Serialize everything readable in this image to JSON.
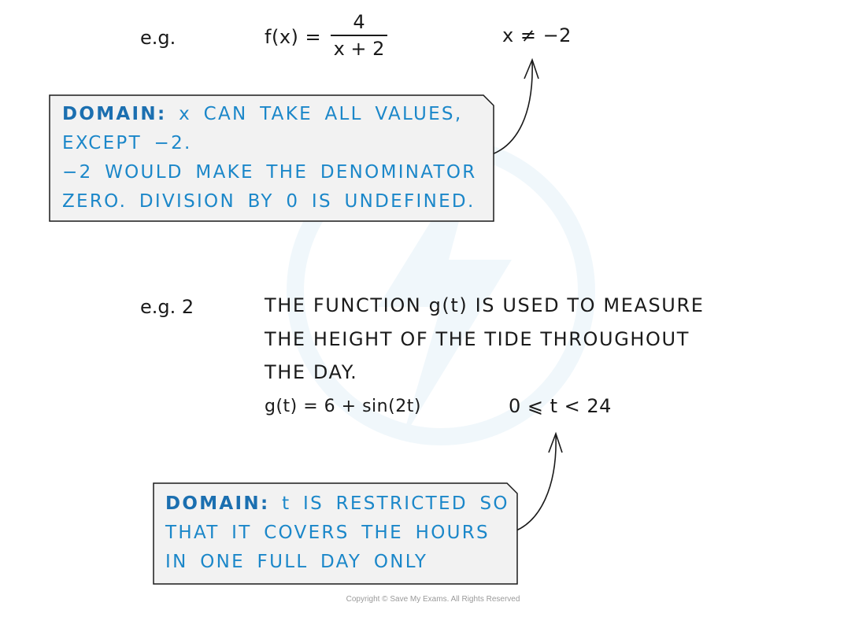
{
  "example1": {
    "label": "e.g.",
    "func_lhs": "f(x) =",
    "numerator": "4",
    "denominator": "x + 2",
    "condition": "x ≠ −2",
    "callout": {
      "heading": "DOMAIN:",
      "line1_rest": "x CAN TAKE ALL VALUES,",
      "line2": "EXCEPT  −2.",
      "line3": "−2 WOULD MAKE THE DENOMINATOR",
      "line4": "ZERO. DIVISION BY 0 IS UNDEFINED."
    }
  },
  "example2": {
    "label": "e.g. 2",
    "line1": "THE  FUNCTION  g(t)  IS  USED  TO  MEASURE",
    "line2": "THE  HEIGHT  OF  THE  TIDE  THROUGHOUT",
    "line3": "THE  DAY.",
    "equation": "g(t) = 6 + sin(2t)",
    "condition": "0 ⩽ t < 24",
    "callout": {
      "heading": "DOMAIN:",
      "line1_rest": "t IS RESTRICTED SO",
      "line2": "THAT IT COVERS THE HOURS",
      "line3": "IN ONE FULL DAY ONLY"
    }
  },
  "footer": {
    "copyright": "Copyright © Save My Exams. All Rights Reserved"
  },
  "colors": {
    "accent": "#1b87c9",
    "box_fill": "#f2f2f2",
    "ink": "#1a1a1a"
  }
}
